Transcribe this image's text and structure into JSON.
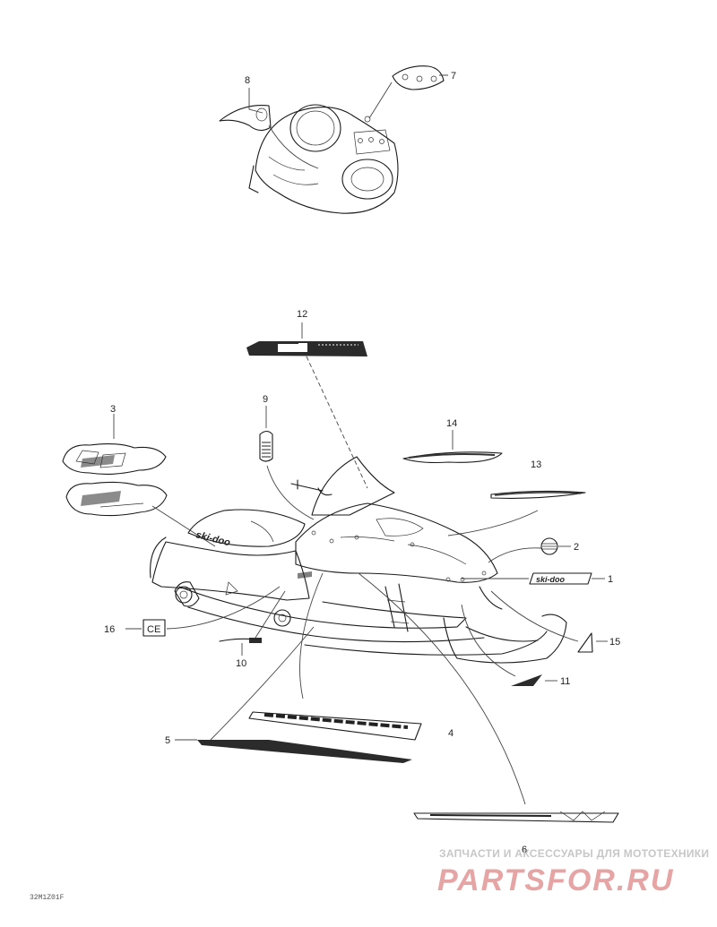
{
  "diagram": {
    "reference_code": "32M1Z01F",
    "callouts": [
      "1",
      "2",
      "3",
      "4",
      "5",
      "6",
      "7",
      "8",
      "9",
      "10",
      "11",
      "12",
      "13",
      "14",
      "15",
      "16"
    ],
    "decal_texts": {
      "ski_doo": "ski-doo",
      "ce_mark": "CE"
    }
  },
  "watermark": {
    "tagline": "ЗАПЧАСТИ И АКСЕССУАРЫ ДЛЯ МОТОТЕХНИКИ",
    "brand": "PARTSFOR.RU"
  },
  "colors": {
    "line": "#1a1a1a",
    "watermark_red": "#e7a4a4",
    "watermark_grey": "#c7c7c7"
  }
}
